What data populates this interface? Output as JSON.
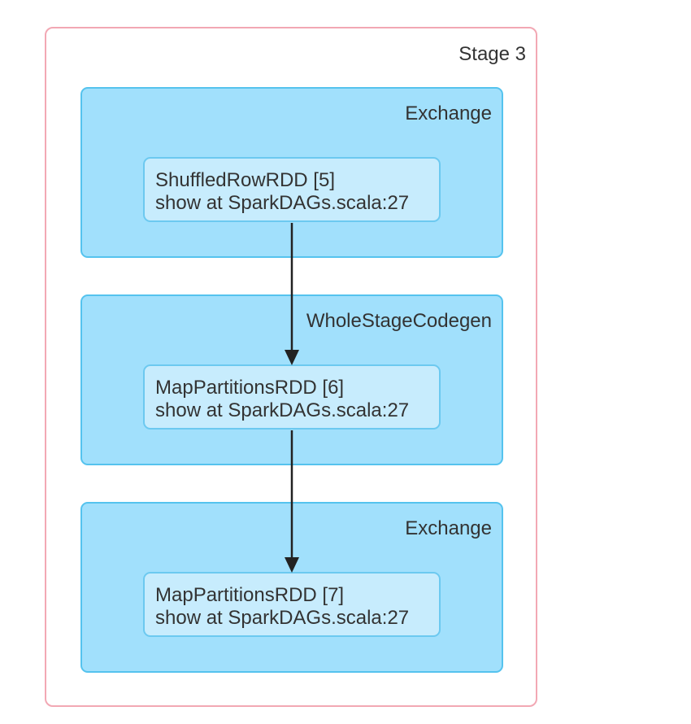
{
  "stage": {
    "title": "Stage 3"
  },
  "clusters": [
    {
      "title": "Exchange"
    },
    {
      "title": "WholeStageCodegen"
    },
    {
      "title": "Exchange"
    }
  ],
  "nodes": [
    {
      "name": "ShuffledRowRDD [5]",
      "callsite": "show at SparkDAGs.scala:27"
    },
    {
      "name": "MapPartitionsRDD [6]",
      "callsite": "show at SparkDAGs.scala:27"
    },
    {
      "name": "MapPartitionsRDD [7]",
      "callsite": "show at SparkDAGs.scala:27"
    }
  ],
  "edges": [
    {
      "from": 0,
      "to": 1
    },
    {
      "from": 1,
      "to": 2
    }
  ],
  "colors": {
    "stage_border": "#f2a8b4",
    "cluster_fill": "#a1e0fc",
    "cluster_border": "#55c3ee",
    "node_fill": "#c7ecfd",
    "node_border": "#6cc9f0",
    "edge": "#222222"
  }
}
